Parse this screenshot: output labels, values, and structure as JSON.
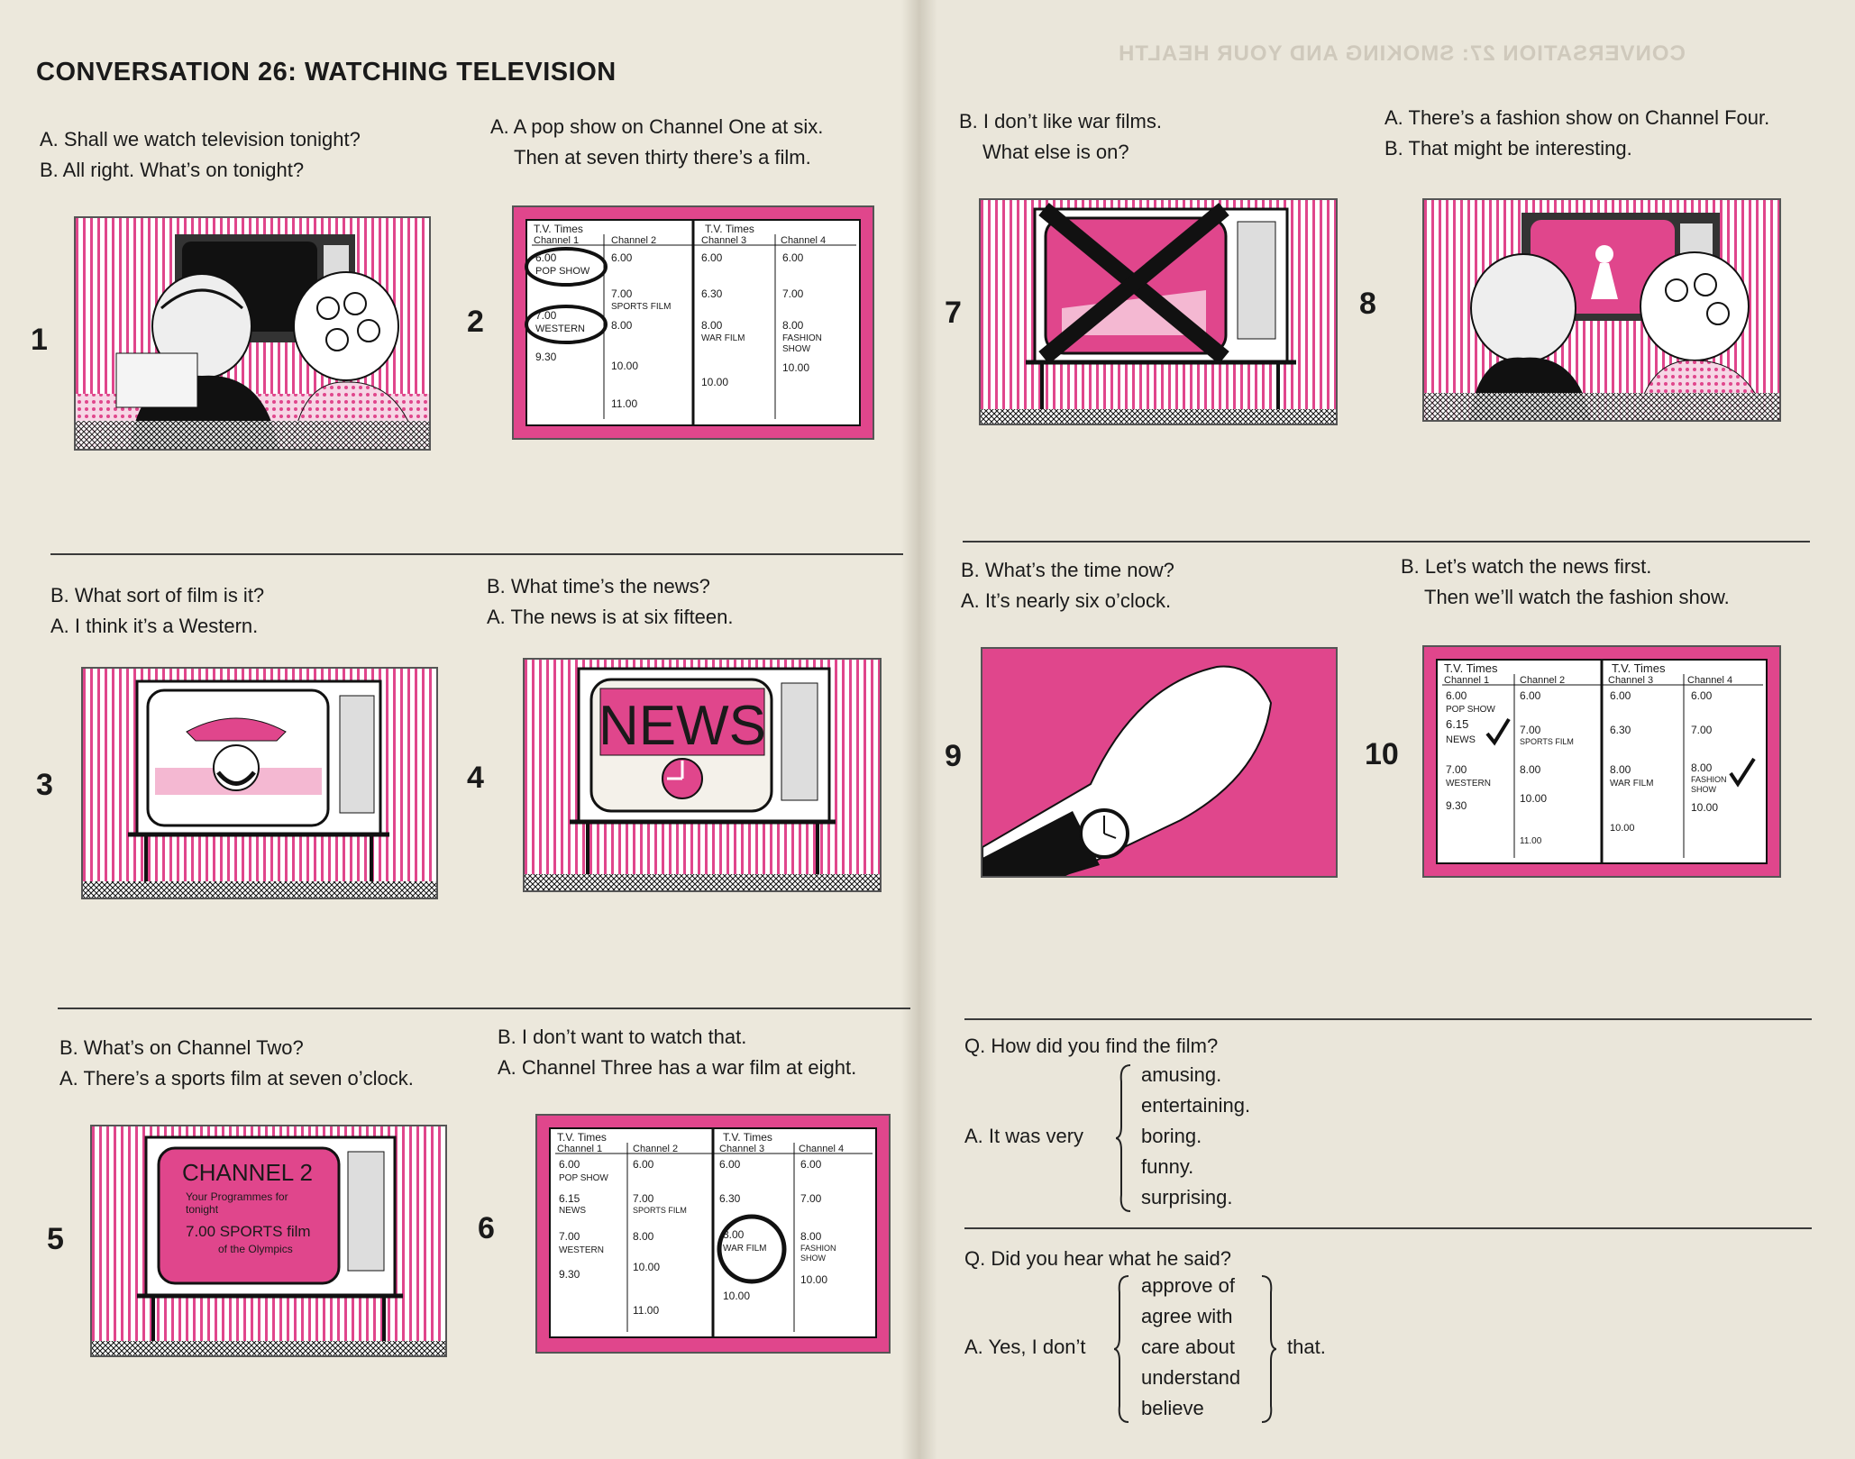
{
  "left_page": {
    "title": "CONVERSATION 26:  WATCHING TELEVISION",
    "blocks": [
      {
        "lines": [
          "A. Shall we watch television tonight?",
          "B. All right. What’s on tonight?"
        ]
      },
      {
        "lines": [
          "A. A pop show on Channel One at six.",
          "Then at seven thirty there’s a film."
        ]
      },
      {
        "lines": [
          "B. What sort of film is it?",
          "A. I think it’s a Western."
        ]
      },
      {
        "lines": [
          "B. What time’s the news?",
          "A. The news is at six fifteen."
        ]
      },
      {
        "lines": [
          "B. What’s on Channel Two?",
          "A. There’s a sports film at seven o’clock."
        ]
      },
      {
        "lines": [
          "B. I don’t want to watch that.",
          "A. Channel Three has a war film at eight."
        ]
      }
    ],
    "panel_numbers": [
      "1",
      "2",
      "3",
      "4",
      "5",
      "6"
    ]
  },
  "right_page": {
    "ghost_title": "CONVERSATION 27: SMOKING AND YOUR HEALTH",
    "blocks": [
      {
        "lines": [
          "B. I don’t like war films.",
          "What else is on?"
        ]
      },
      {
        "lines": [
          "A. There’s a fashion show on Channel Four.",
          "B. That might be interesting."
        ]
      },
      {
        "lines": [
          "B. What’s the time now?",
          "A. It’s nearly six o’clock."
        ]
      },
      {
        "lines": [
          "B. Let’s watch the news first.",
          "Then we’ll watch the fashion show."
        ]
      }
    ],
    "panel_numbers": [
      "7",
      "8",
      "9",
      "10"
    ],
    "drill1": {
      "question": "Q. How did you find the film?",
      "answer_prefix": "A. It was very",
      "options": [
        "amusing.",
        "entertaining.",
        "boring.",
        "funny.",
        "surprising."
      ]
    },
    "drill2": {
      "question": "Q. Did you hear what he said?",
      "answer_prefix": "A. Yes, I don’t",
      "options": [
        "approve of",
        "agree with",
        "care about",
        "understand",
        "believe"
      ],
      "suffix": "that."
    }
  },
  "tv_times": {
    "header": "T.V. Times",
    "channels": [
      "Channel 1",
      "Channel 2",
      "Channel 3",
      "Channel 4"
    ],
    "ch1": [
      "6.00",
      "POP SHOW",
      "6.15",
      "NEWS",
      "7.00",
      "WESTERN",
      "9.30"
    ],
    "ch2": [
      "6.00",
      "7.00",
      "SPORTS FILM",
      "8.00",
      "10.00",
      "11.00"
    ],
    "ch3": [
      "6.00",
      "6.30",
      "8.00",
      "WAR FILM",
      "10.00"
    ],
    "ch4": [
      "6.00",
      "7.00",
      "8.00",
      "FASHION",
      "SHOW",
      "10.00"
    ]
  },
  "tv_screens": {
    "news": "NEWS",
    "channel2": "CHANNEL 2",
    "channel2_sub1": "Your Programmes for",
    "channel2_sub2": "tonight",
    "channel2_sub3": "7.00 SPORTS film",
    "channel2_sub4": "of the Olympics"
  },
  "colors": {
    "accent": "#e0468c",
    "ink": "#1a1a1a",
    "paper": "#ece8dc"
  }
}
